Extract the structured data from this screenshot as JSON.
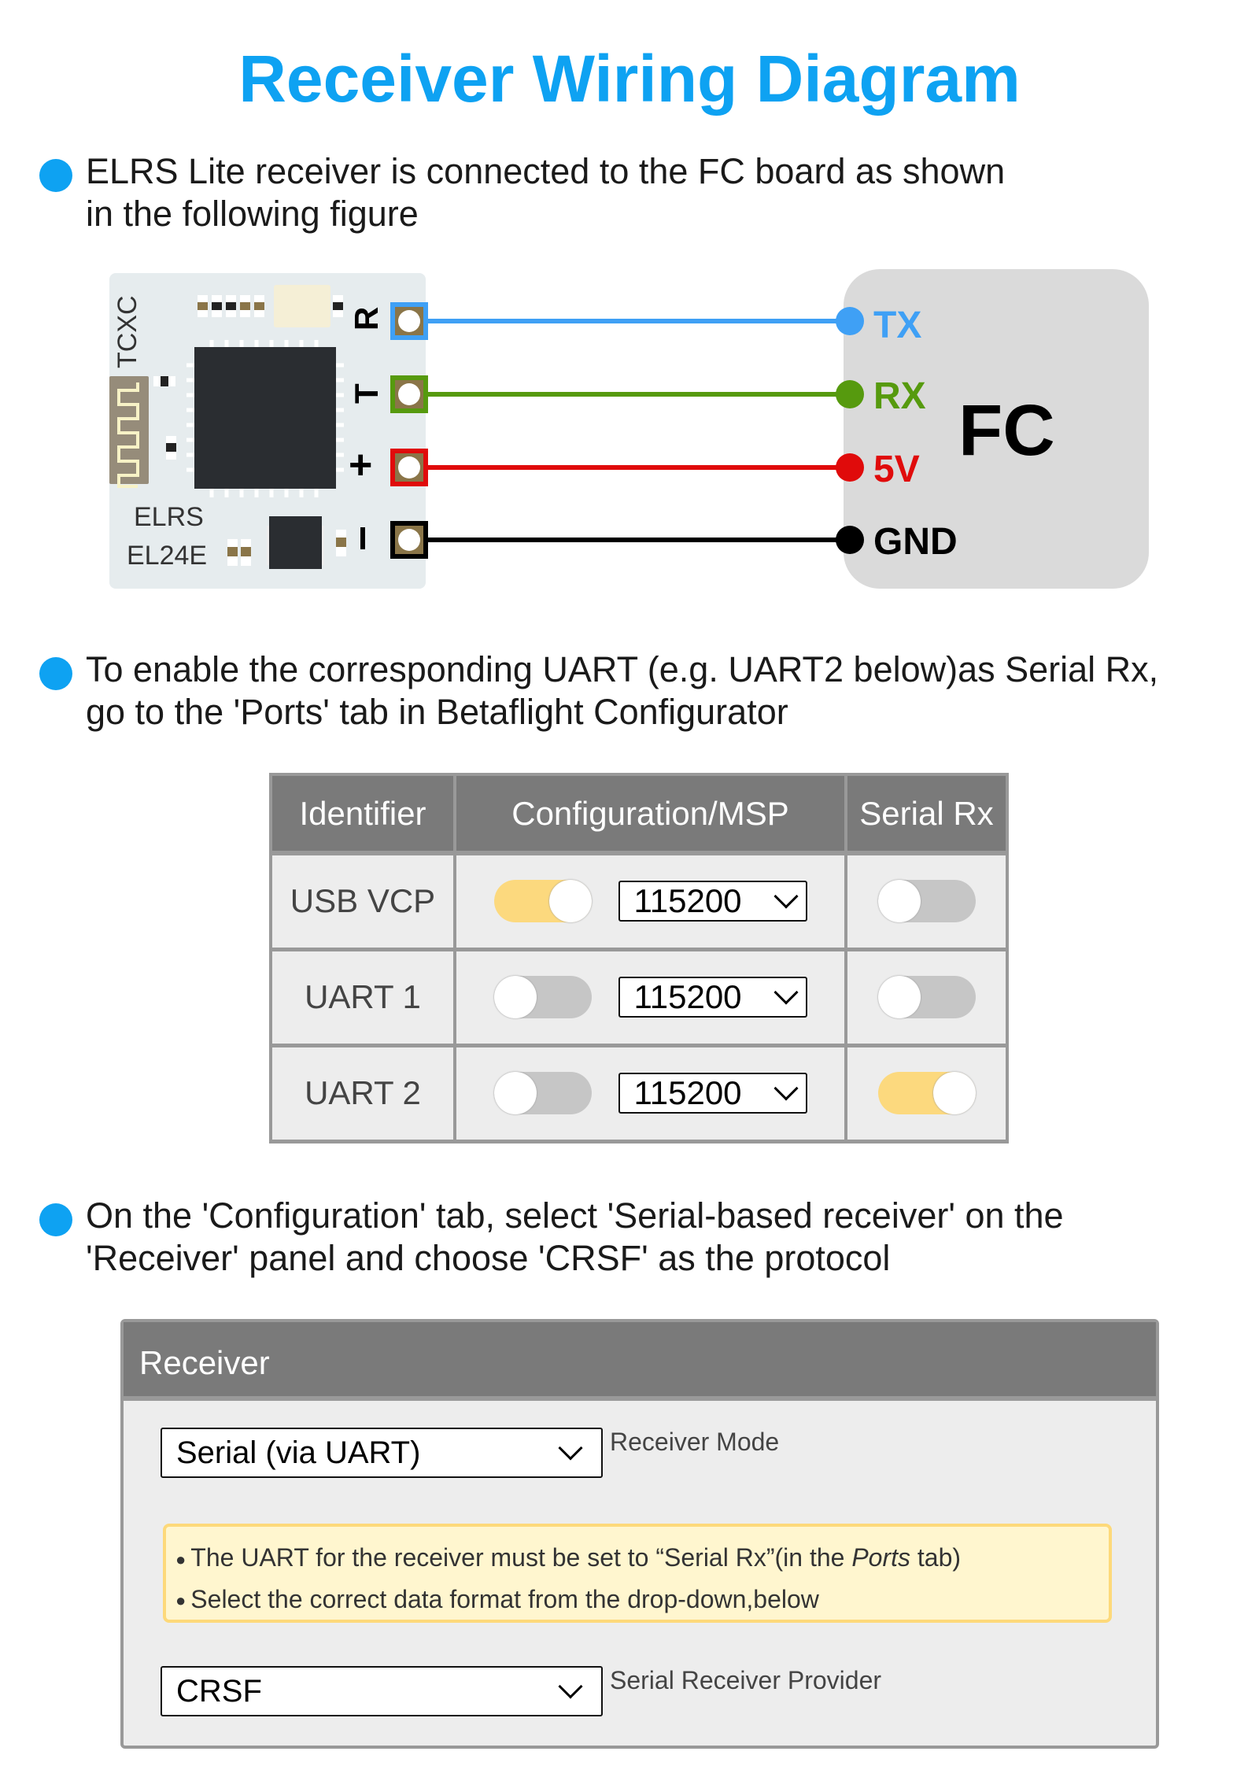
{
  "title": "Receiver Wiring Diagram",
  "bullets": [
    {
      "lines": [
        "ELRS Lite receiver is connected to the FC board as shown",
        "in the following figure"
      ]
    },
    {
      "lines": [
        "To enable the corresponding UART (e.g. UART2 below)as Serial Rx,",
        "go to the 'Ports' tab in Betaflight Configurator"
      ]
    },
    {
      "lines": [
        "On the 'Configuration' tab, select 'Serial-based receiver' on the",
        "'Receiver' panel and choose 'CRSF' as the protocol"
      ]
    }
  ],
  "board": {
    "tcxc": "TCXC",
    "name1": "ELRS",
    "name2": "EL24E",
    "pins": [
      "R",
      "T",
      "+",
      "-"
    ]
  },
  "fc": {
    "label": "FC",
    "pins": [
      "TX",
      "RX",
      "5V",
      "GND"
    ]
  },
  "colors": {
    "tx": "#3fa0f5",
    "rx": "#569a0e",
    "v5": "#e00b0b",
    "gnd": "#000000",
    "accent": "#0ea2f2"
  },
  "ports": {
    "headers": [
      "Identifier",
      "Configuration/MSP",
      "Serial Rx"
    ],
    "rows": [
      {
        "id": "USB VCP",
        "msp": true,
        "baud": "115200",
        "serial_rx": false
      },
      {
        "id": "UART 1",
        "msp": false,
        "baud": "115200",
        "serial_rx": false
      },
      {
        "id": "UART 2",
        "msp": false,
        "baud": "115200",
        "serial_rx": true
      }
    ]
  },
  "receiver": {
    "title": "Receiver",
    "mode_value": "Serial (via UART)",
    "mode_label": "Receiver Mode",
    "notes": [
      "The UART for the receiver must be set to “Serial Rx”(in the ",
      "Ports",
      " tab)",
      "Select the correct data format from the drop-down,below"
    ],
    "provider_value": "CRSF",
    "provider_label": "Serial Receiver Provider"
  }
}
